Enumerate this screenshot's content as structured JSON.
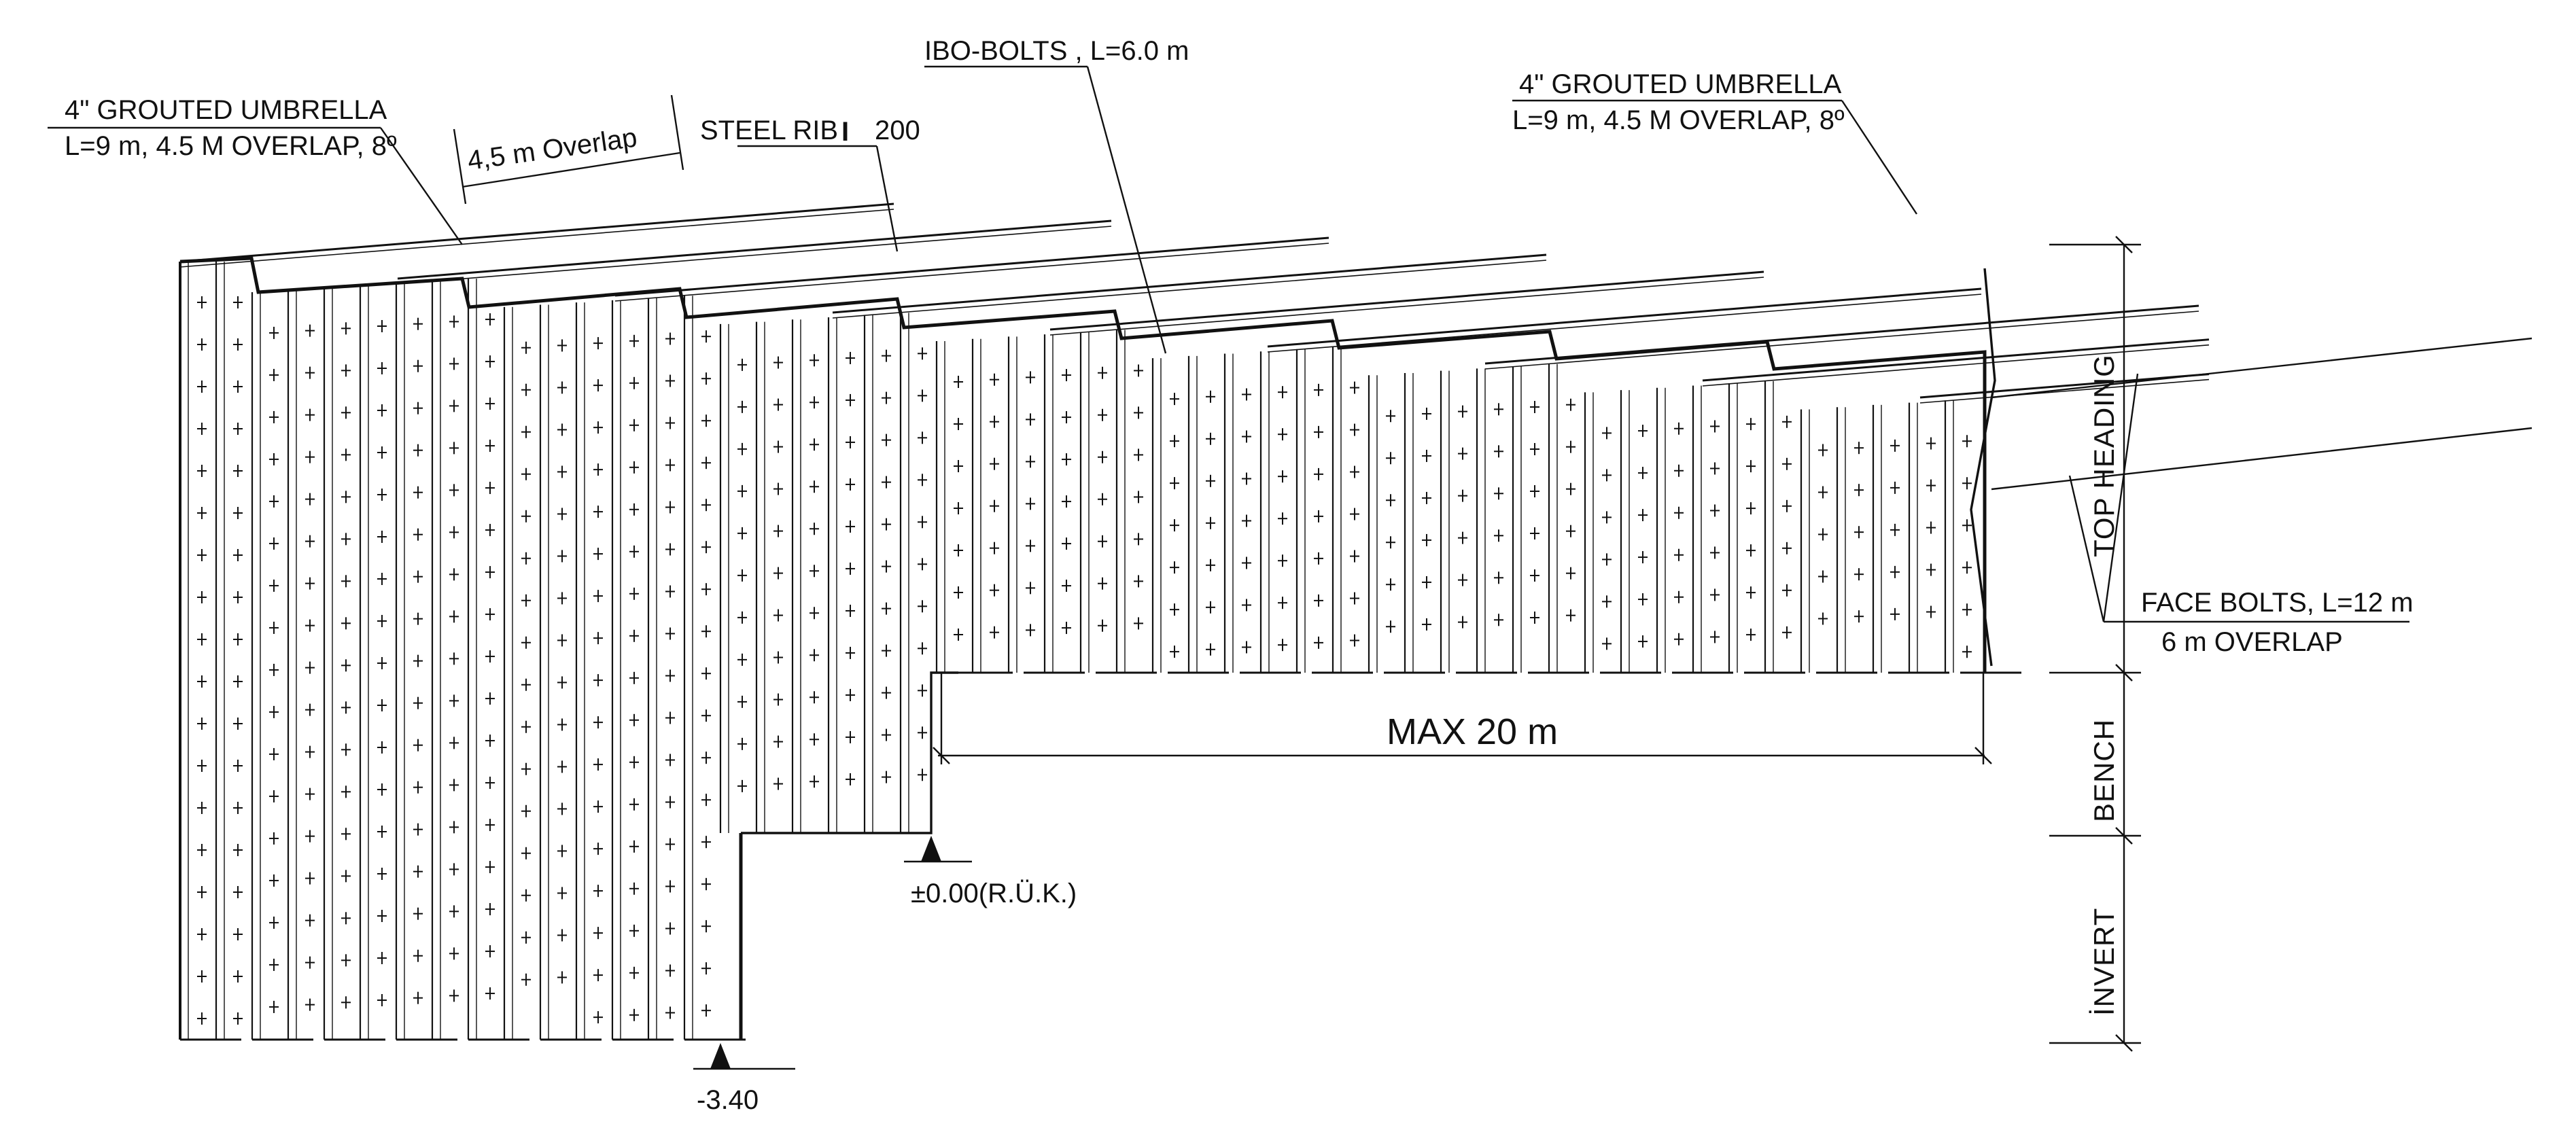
{
  "labels": {
    "umbrella_left_title": "4\" GROUTED UMBRELLA",
    "umbrella_left_spec": "L=9 m, 4.5 M OVERLAP, 8º",
    "overlap": "4,5 m Overlap",
    "steel_rib": "STEEL RIB",
    "steel_rib_symbol": "I",
    "steel_rib_size": "200",
    "ibo_bolts": "IBO-BOLTS , L=6.0 m",
    "umbrella_right_title": "4\" GROUTED UMBRELLA",
    "umbrella_right_spec": "L=9 m, 4.5 M OVERLAP, 8º",
    "face_bolts": "FACE BOLTS, L=12 m",
    "face_bolts_overlap": "6 m OVERLAP",
    "max_length": "MAX 20 m",
    "elevation_zero": "±0.00(R.Ü.K.)",
    "elevation_invert": "-3.40",
    "zone_top_heading": "TOP HEADING",
    "zone_bench": "BENCH",
    "zone_invert": "İNVERT"
  },
  "colors": {
    "ink": "#111111",
    "background": "#ffffff"
  }
}
